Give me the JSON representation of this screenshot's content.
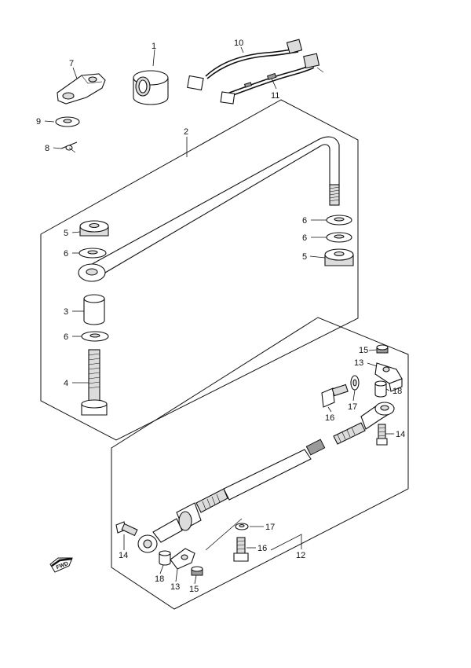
{
  "callouts": {
    "c1": "1",
    "c2": "2",
    "c3": "3",
    "c4": "4",
    "c5a": "5",
    "c5b": "5",
    "c6a": "6",
    "c6b": "6",
    "c6c": "6",
    "c6d": "6",
    "c7": "7",
    "c8": "8",
    "c9": "9",
    "c10": "10",
    "c11": "11",
    "c12": "12",
    "c13a": "13",
    "c13b": "13",
    "c14a": "14",
    "c14b": "14",
    "c15a": "15",
    "c15b": "15",
    "c16a": "16",
    "c16b": "16",
    "c17a": "17",
    "c17b": "17",
    "c18a": "18",
    "c18b": "18"
  },
  "fwd_label": "FWD",
  "icons": {
    "fwd_arrow": "fwd-arrow-icon"
  }
}
